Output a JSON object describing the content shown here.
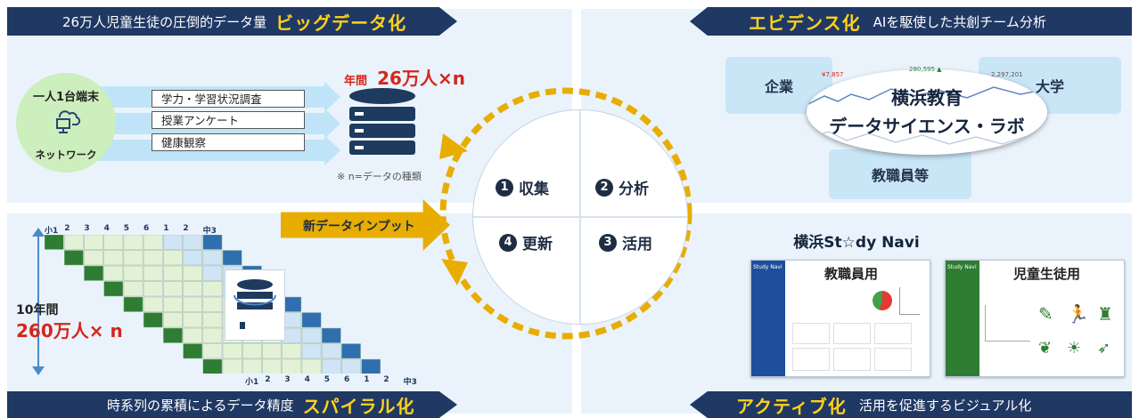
{
  "top_left_banner": {
    "text": "26万人児童生徒の圧倒的データ量",
    "highlight": "ビッグデータ化"
  },
  "top_right_banner": {
    "highlight": "エビデンス化",
    "text": "AIを駆使した共創チーム分析"
  },
  "bottom_left_banner": {
    "text": "時系列の累積によるデータ精度",
    "highlight": "スパイラル化"
  },
  "bottom_right_banner": {
    "highlight": "アクティブ化",
    "text": "活用を促進するビジュアル化"
  },
  "device": {
    "top": "一人1台端末",
    "bottom": "ネットワーク"
  },
  "sources": [
    "学力・学習状況調査",
    "授業アンケート",
    "健康観察"
  ],
  "yearly": {
    "prefix": "年間",
    "value": "26万人×n"
  },
  "note": "※ n=データの種類",
  "cycle": [
    {
      "num": "1",
      "label": "収集"
    },
    {
      "num": "2",
      "label": "分析"
    },
    {
      "num": "3",
      "label": "活用"
    },
    {
      "num": "4",
      "label": "更新"
    }
  ],
  "input_arrow": "新データインプット",
  "lab": {
    "line1": "横浜教育",
    "line2": "データサイエンス・ラボ"
  },
  "partners": {
    "left": "企業",
    "right": "大学",
    "bottom": "教職員等"
  },
  "lab_numbers": [
    "¥7,857",
    "280,595 ▲",
    "2,297,201"
  ],
  "navi": {
    "title": "横浜St☆dy Navi",
    "teacher": "教職員用",
    "student": "児童生徒用",
    "logo": "Study Navi"
  },
  "ten_years": {
    "label": "10年間",
    "value": "260万人× n"
  },
  "grid_top": [
    "小1",
    "2",
    "3",
    "4",
    "5",
    "6",
    "1",
    "2",
    "中3"
  ],
  "grid_bottom": [
    "小1",
    "2",
    "3",
    "4",
    "5",
    "6",
    "1",
    "2",
    "中3"
  ],
  "colors": {
    "navy": "#1f3864",
    "yellow": "#ffd21a",
    "gold": "#e8ad00",
    "red": "#d4261c",
    "panel": "#eaf3fc",
    "green": "#2e7d32"
  }
}
